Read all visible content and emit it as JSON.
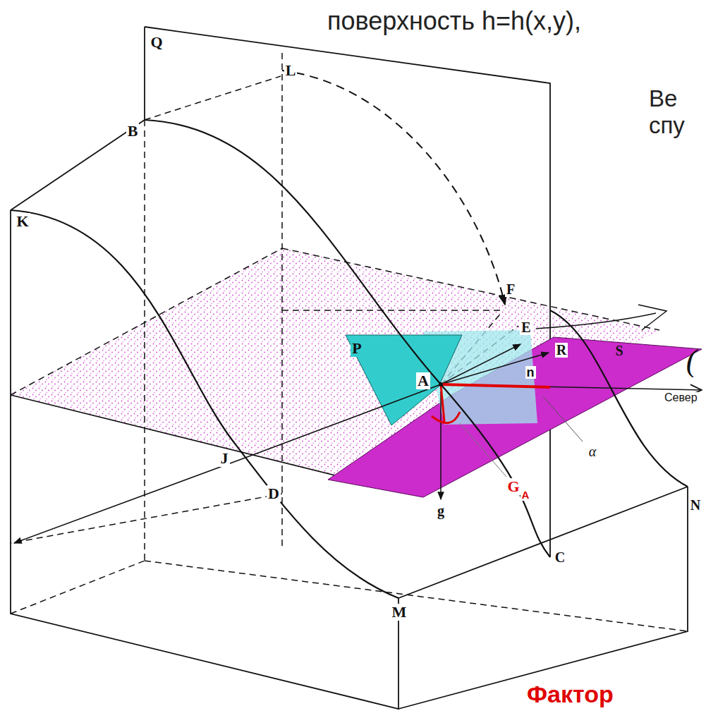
{
  "diagram": {
    "labels": [
      "поверхность h=h(x,y),",
      "Q",
      "L",
      "Ве",
      "спу",
      "B",
      "K",
      "F",
      "E",
      "P",
      "R",
      "S",
      "(",
      "n",
      "A",
      "Север",
      "α",
      "J",
      "D",
      "G",
      "A",
      "g",
      "N",
      "C",
      "M",
      "Фактор"
    ]
  }
}
